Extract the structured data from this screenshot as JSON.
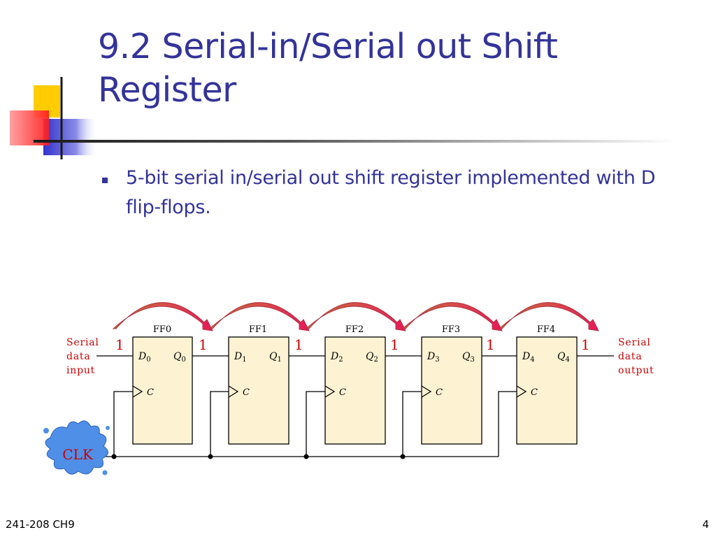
{
  "slide": {
    "title": "9.2 Serial-in/Serial out Shift Register",
    "bullet": "5-bit serial in/serial out shift register implemented with D flip-flops.",
    "footer_left": "241-208 CH9",
    "page_number": "4"
  },
  "diagram": {
    "input_label": [
      "Serial",
      "data",
      "input"
    ],
    "output_label": [
      "Serial",
      "data",
      "output"
    ],
    "clk_label": "CLK",
    "clock_input_label": "C",
    "bit_values": [
      "1",
      "1",
      "1",
      "1",
      "1",
      "1"
    ],
    "flip_flops": [
      {
        "name": "FF0",
        "d": "D",
        "d_sub": "0",
        "q": "Q",
        "q_sub": "0"
      },
      {
        "name": "FF1",
        "d": "D",
        "d_sub": "1",
        "q": "Q",
        "q_sub": "1"
      },
      {
        "name": "FF2",
        "d": "D",
        "d_sub": "2",
        "q": "Q",
        "q_sub": "2"
      },
      {
        "name": "FF3",
        "d": "D",
        "d_sub": "3",
        "q": "Q",
        "q_sub": "3"
      },
      {
        "name": "FF4",
        "d": "D",
        "d_sub": "4",
        "q": "Q",
        "q_sub": "4"
      }
    ]
  },
  "colors": {
    "title": "#333399",
    "label_red": "#cc0000",
    "ff_fill": "#fdf2d2",
    "arrow_start": "#b87333",
    "arrow_end": "#e8185a",
    "splash": "#4f8fe8"
  }
}
